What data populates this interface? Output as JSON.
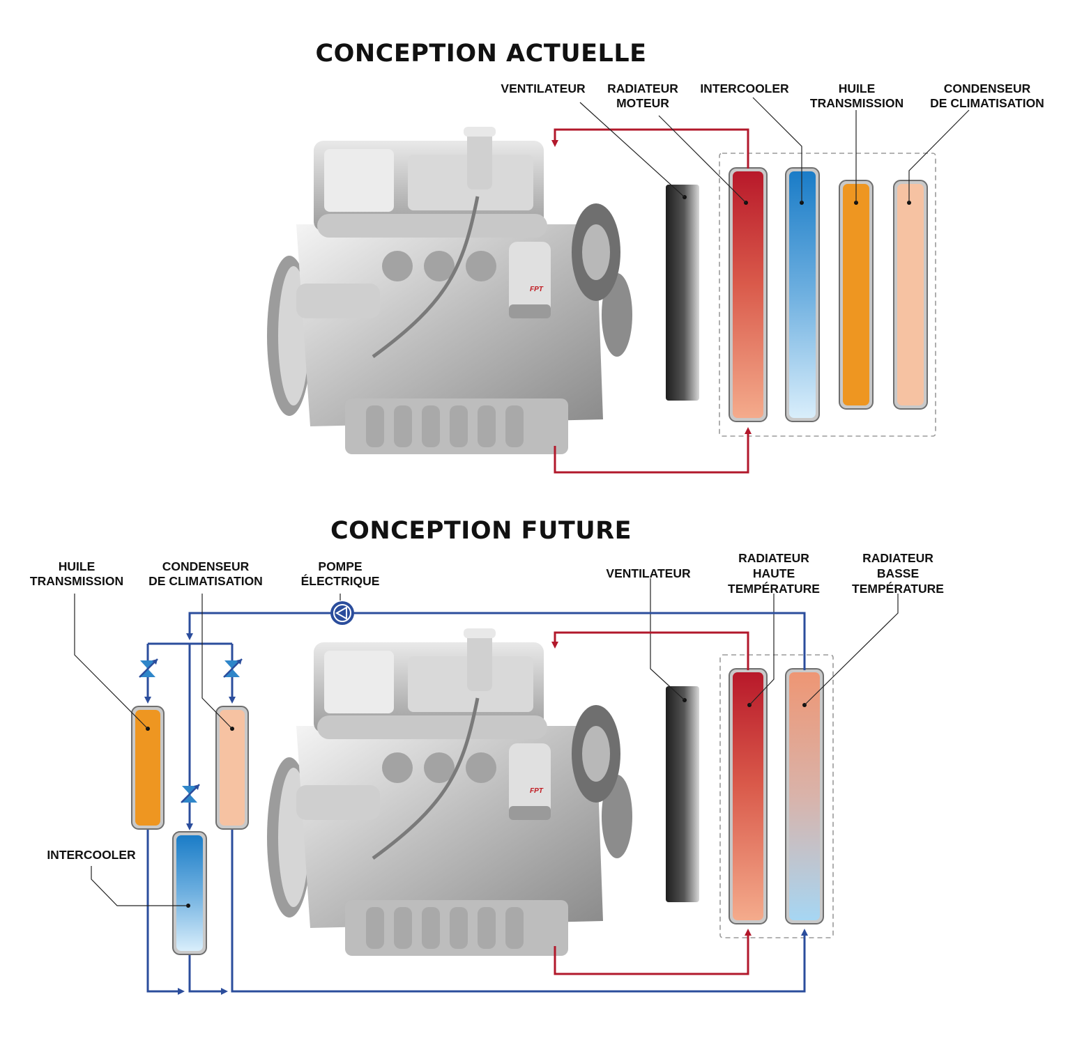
{
  "current": {
    "title": "CONCEPTION ACTUELLE",
    "labels": {
      "fan": "VENTILATEUR",
      "engine_radiator": [
        "RADIATEUR",
        "MOTEUR"
      ],
      "intercooler": "INTERCOOLER",
      "transmission_oil": [
        "HUILE",
        "TRANSMISSION"
      ],
      "ac_condenser": [
        "CONDENSEUR",
        "DE CLIMATISATION"
      ]
    }
  },
  "future": {
    "title": "CONCEPTION FUTURE",
    "labels": {
      "transmission_oil": [
        "HUILE",
        "TRANSMISSION"
      ],
      "ac_condenser": [
        "CONDENSEUR",
        "DE CLIMATISATION"
      ],
      "electric_pump": [
        "POMPE",
        "ÉLECTRIQUE"
      ],
      "fan": "VENTILATEUR",
      "high_temp_radiator": [
        "RADIATEUR",
        "HAUTE",
        "TEMPÉRATURE"
      ],
      "low_temp_radiator": [
        "RADIATEUR",
        "BASSE",
        "TEMPÉRATURE"
      ],
      "intercooler": "INTERCOOLER"
    }
  },
  "engine_badge": "FPT",
  "colors": {
    "hot_circuit": "#b2182b",
    "cold_circuit": "#2b4d9c",
    "valve": "#2f86c9",
    "engine_radiator": [
      "#b8192a",
      "#f3a88a"
    ],
    "intercooler": [
      "#1c7ec8",
      "#d6ecfa"
    ],
    "transmission_oil": "#ee9621",
    "ac_condenser": "#f6c2a2",
    "low_temp_radiator": [
      "#ef9a78",
      "#a9d7f2"
    ]
  }
}
